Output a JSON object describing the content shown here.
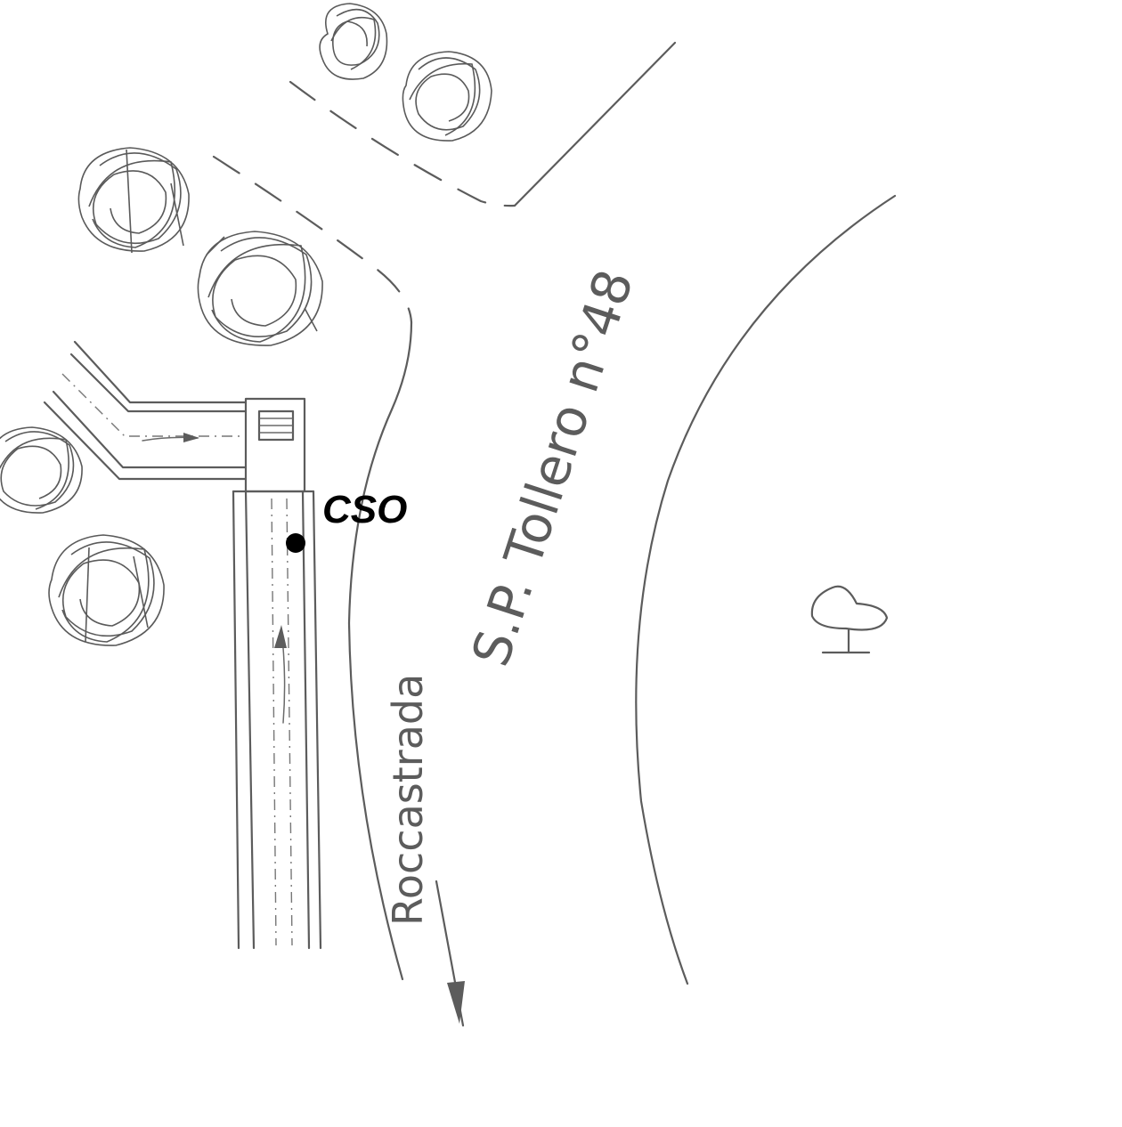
{
  "map": {
    "labels": {
      "cso": "CSO",
      "road_name": "S.P. Tollero n°48",
      "road_direction": "Roccastrada"
    },
    "colors": {
      "ink": "#5c5c5c",
      "marker": "#000000",
      "background": "#ffffff"
    },
    "icons": [
      "tree-icon",
      "bench-icon",
      "direction-arrow-icon",
      "outfall-marker-icon",
      "manhole-grate-icon"
    ]
  }
}
